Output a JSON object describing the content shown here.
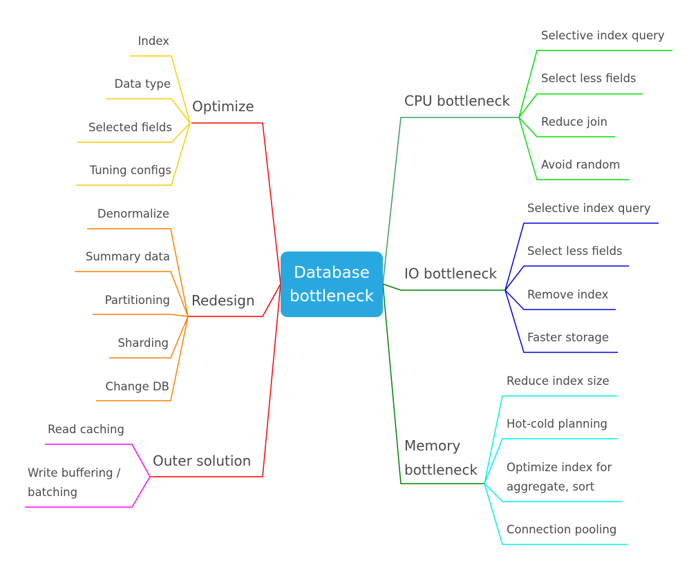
{
  "center": {
    "line1": "Database",
    "line2": "bottleneck",
    "color": "#29a8e0"
  },
  "branches": {
    "optimize": {
      "label": "Optimize",
      "connector_color": "#ff0000",
      "child_color": "#ffcc00",
      "children": [
        "Index",
        "Data type",
        "Selected fields",
        "Tuning configs"
      ]
    },
    "redesign": {
      "label": "Redesign",
      "connector_color": "#ff0000",
      "child_color": "#ff7f00",
      "children": [
        "Denormalize",
        "Summary data",
        "Partitioning",
        "Sharding",
        "Change DB"
      ]
    },
    "outer": {
      "label": "Outer solution",
      "connector_color": "#ff0000",
      "child_color": "#ff00ff",
      "children": [
        "Read caching",
        "Write buffering /",
        "batching"
      ]
    },
    "cpu": {
      "label": "CPU bottleneck",
      "connector_color": "#3a9b5c",
      "child_color": "#00e000",
      "children": [
        "Selective index query",
        "Select less fields",
        "Reduce join",
        "Avoid random"
      ]
    },
    "io": {
      "label": "IO bottleneck",
      "connector_color": "#008000",
      "child_color": "#0000e0",
      "children": [
        "Selective index query",
        "Select less fields",
        "Remove index",
        "Faster storage"
      ]
    },
    "memory": {
      "label_line1": "Memory",
      "label_line2": "bottleneck",
      "connector_color": "#008000",
      "child_color": "#00f0f0",
      "children": [
        "Reduce index size",
        "Hot-cold planning",
        "Optimize index for",
        "aggregate, sort",
        "Connection pooling"
      ]
    }
  }
}
